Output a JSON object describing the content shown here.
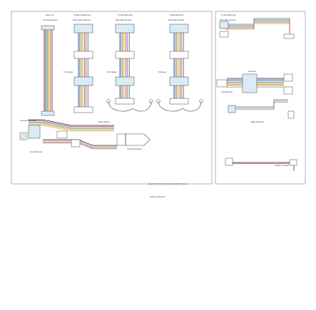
{
  "diagram": {
    "page_tag": "",
    "caption": "Figure B-16. Rear Lighting: 2014 Touring",
    "brand": "Harley-Davidson",
    "colors": {
      "black": "#222222",
      "red": "#d23a2f",
      "blue": "#2f6bd1",
      "green": "#2e9a49",
      "orange": "#f08a24",
      "yellow": "#e6c21c",
      "violet": "#8a4fbf",
      "brown": "#8a5a2b",
      "gray": "#9a9a9a",
      "lightblue": "#6fc3e8",
      "pink": "#e77ab3",
      "panel": "#d9ecf6",
      "line": "#333333"
    },
    "top_labels": [
      "Rear F-11",
      "FUSE Canada Only",
      "TO HD-2000 Only",
      "FUSE 3000 Only",
      "TO HD-2000 Only"
    ],
    "harness_labels": [
      "Tour-Pak Harness",
      "Rear Fender Harness",
      "Rear Main Harness",
      "Rear Main Harness",
      "Rear Main Harness"
    ],
    "side_labels": [
      "Turn Signal",
      "Turn Signal",
      "Tail Lamp",
      "Tail Lamp",
      "Left Tail Lamp",
      "Right Tail Lamp",
      "License Plate Lamp",
      "Tour-Pak Lamp",
      "Rear Lighting",
      "Tour-Pak Harness",
      "Fender Tip Lamp"
    ]
  }
}
